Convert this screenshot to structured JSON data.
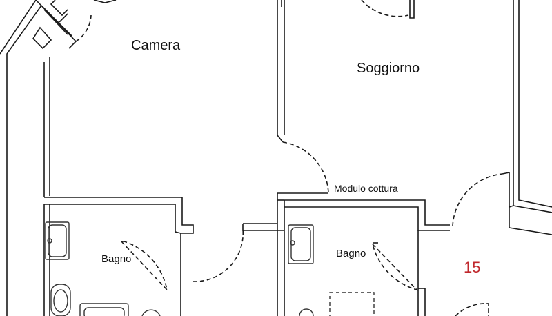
{
  "plan": {
    "rooms": {
      "camera": "Camera",
      "soggiorno": "Soggiorno",
      "bagno_left": "Bagno",
      "bagno_right": "Bagno"
    },
    "kitchen_label": "Modulo cottura",
    "unit_number": "15"
  },
  "colors": {
    "wall": "#1a1a1a",
    "fixture": "#333333",
    "unit_number": "#c0282d",
    "background": "#ffffff"
  }
}
